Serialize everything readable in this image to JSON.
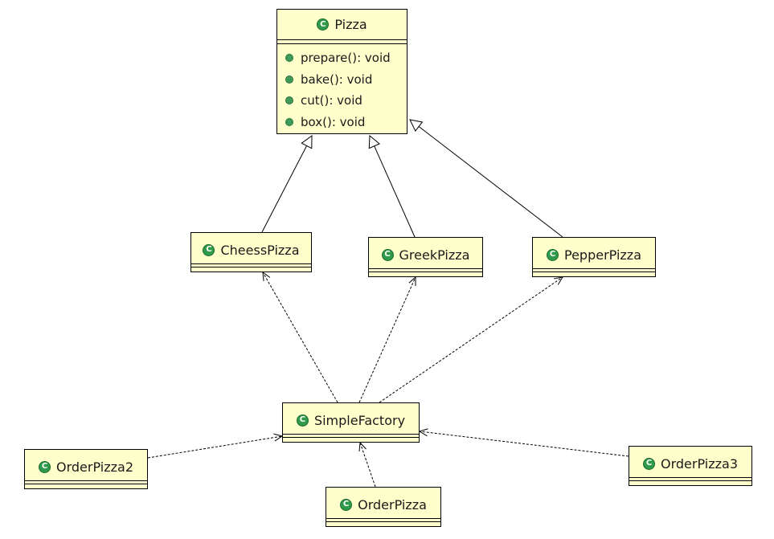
{
  "diagram": {
    "classes": [
      {
        "id": "pizza",
        "name": "Pizza",
        "icon": "class-icon",
        "icon_letter": "C",
        "methods": [
          "prepare(): void",
          "bake(): void",
          "cut(): void",
          "box(): void"
        ]
      },
      {
        "id": "cheess",
        "name": "CheessPizza",
        "icon": "class-icon",
        "icon_letter": "C",
        "methods": []
      },
      {
        "id": "greek",
        "name": "GreekPizza",
        "icon": "class-icon",
        "icon_letter": "C",
        "methods": []
      },
      {
        "id": "pepper",
        "name": "PepperPizza",
        "icon": "class-icon",
        "icon_letter": "C",
        "methods": []
      },
      {
        "id": "factory",
        "name": "SimpleFactory",
        "icon": "class-icon",
        "icon_letter": "C",
        "methods": []
      },
      {
        "id": "order2",
        "name": "OrderPizza2",
        "icon": "class-icon",
        "icon_letter": "C",
        "methods": []
      },
      {
        "id": "order",
        "name": "OrderPizza",
        "icon": "class-icon",
        "icon_letter": "C",
        "methods": []
      },
      {
        "id": "order3",
        "name": "OrderPizza3",
        "icon": "class-icon",
        "icon_letter": "C",
        "methods": []
      }
    ],
    "relations": [
      {
        "type": "generalization",
        "from": "cheess",
        "to": "pizza"
      },
      {
        "type": "generalization",
        "from": "greek",
        "to": "pizza"
      },
      {
        "type": "generalization",
        "from": "pepper",
        "to": "pizza"
      },
      {
        "type": "dependency",
        "from": "factory",
        "to": "cheess"
      },
      {
        "type": "dependency",
        "from": "factory",
        "to": "greek"
      },
      {
        "type": "dependency",
        "from": "factory",
        "to": "pepper"
      },
      {
        "type": "dependency",
        "from": "order2",
        "to": "factory"
      },
      {
        "type": "dependency",
        "from": "order",
        "to": "factory"
      },
      {
        "type": "dependency",
        "from": "order3",
        "to": "factory"
      }
    ],
    "colors": {
      "class_fill": "#ffffcc",
      "border": "#000000",
      "icon": "#2f9a4a",
      "method_dot": "#3f9a5a"
    }
  }
}
